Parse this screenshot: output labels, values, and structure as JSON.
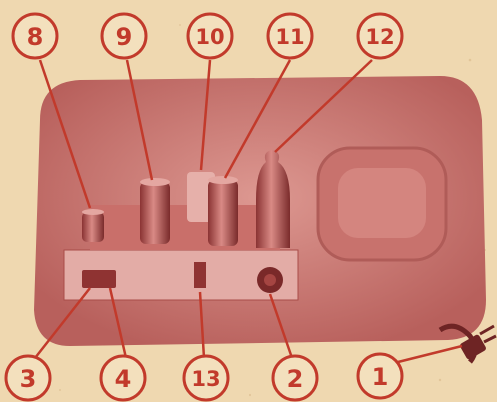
{
  "callouts": {
    "c1": "1",
    "c2": "2",
    "c3": "3",
    "c4": "4",
    "c8": "8",
    "c9": "9",
    "c10": "10",
    "c11": "11",
    "c12": "12",
    "c13": "13"
  },
  "colors": {
    "paper": "#efd8b0",
    "photo": "#cf7d77",
    "photo_dark": "#9a3f3d",
    "ink": "#c23a2b"
  }
}
